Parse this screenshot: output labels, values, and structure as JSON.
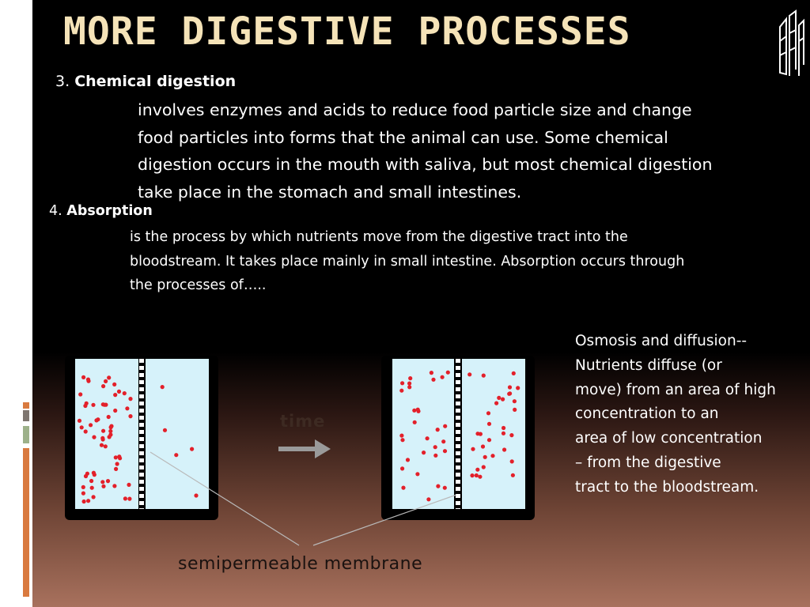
{
  "title": "More Digestive Processes",
  "section3": {
    "number": "3.",
    "heading": "Chemical digestion",
    "lines": [
      "involves enzymes and acids to reduce food  particle size and change",
      "food particles into forms that the animal can use. Some chemical",
      "digestion occurs in the mouth with saliva, but most chemical digestion",
      "take place in the  stomach and small intestines."
    ]
  },
  "section4": {
    "number": "4.",
    "heading": "Absorption",
    "lines": [
      "is the process by which nutrients move from the  digestive tract into the",
      "bloodstream.  It takes place mainly in small intestine. Absorption occurs through",
      "the processes of….."
    ]
  },
  "osmosis": {
    "lines": [
      "Osmosis and diffusion--",
      "Nutrients diffuse (or",
      "move) from an area of high",
      "concentration to an",
      "area of low concentration",
      "– from the digestive",
      "tract to the bloodstream."
    ]
  },
  "diagram": {
    "arrow_label": "time",
    "membrane_label": "semipermeable membrane",
    "water_color": "#d6f2fa",
    "particle_color": "#e3202a"
  },
  "colors": {
    "title": "#f5e3b8",
    "text": "#ffffff",
    "accent_orange": "#d97a3f",
    "accent_green": "#9db18a"
  }
}
